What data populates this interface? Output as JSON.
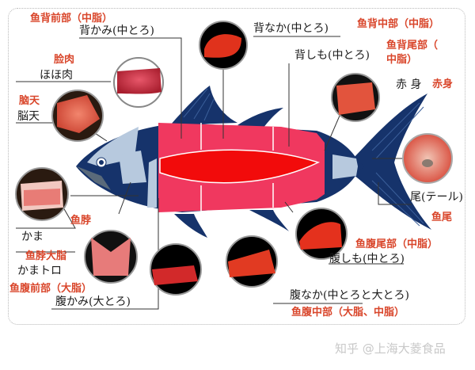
{
  "colors": {
    "fish_dark_blue": "#16336b",
    "fish_light_blue": "#b7c9de",
    "cut_pink": "#f0385f",
    "cut_red": "#f20b0b",
    "chinese_label": "#d9462b",
    "japanese_label": "#1a1a1a",
    "leader_line": "#333333",
    "frame": "#b8b8b8"
  },
  "labels": {
    "back_front": {
      "zh": "鱼背前部（中脂）",
      "ja": "背かみ(中とろ)"
    },
    "back_middle": {
      "zh": "鱼背中部（中脂）",
      "ja": "背なか(中とろ)"
    },
    "back_tail": {
      "zh": "鱼背尾部（中脂）",
      "zh_line1": "鱼背尾部（",
      "zh_line2": "中脂）",
      "ja": "背しも(中とろ)"
    },
    "cheek": {
      "zh": "脸肉",
      "ja": "ほほ肉"
    },
    "head_top": {
      "zh": "脑天",
      "ja": "脳天"
    },
    "lean": {
      "zh": "赤身",
      "ja": "赤 身"
    },
    "tail": {
      "zh": "鱼尾",
      "ja": "尾(テール)"
    },
    "collar": {
      "zh": "鱼脖",
      "ja": "かま"
    },
    "collar_toro": {
      "zh": "鱼脖大脂",
      "ja": "かまトロ"
    },
    "belly_front": {
      "zh": "鱼腹前部（大脂）",
      "ja": "腹かみ(大とろ)"
    },
    "belly_middle": {
      "zh": "鱼腹中部（大脂、中脂）",
      "ja": "腹なか(中とろと大とろ)"
    },
    "belly_tail": {
      "zh": "鱼腹尾部（中脂）",
      "ja": "腹しも(中とろ)"
    }
  },
  "watermark": "知乎 @上海大菱食品"
}
